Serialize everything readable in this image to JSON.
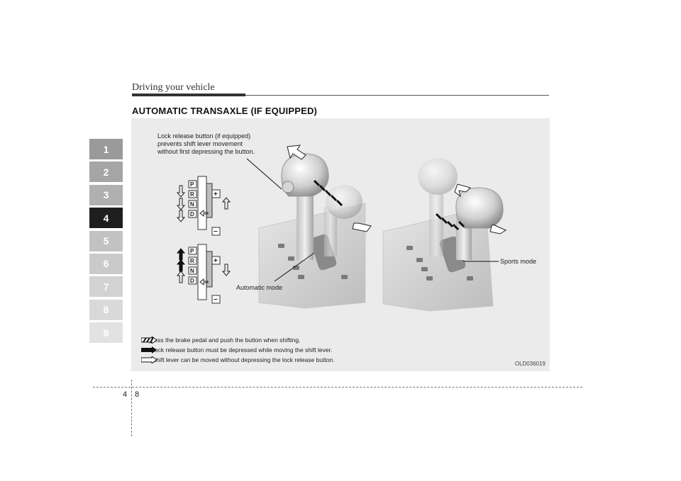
{
  "header": {
    "section": "Driving your vehicle"
  },
  "heading": "AUTOMATIC TRANSAXLE (IF EQUIPPED)",
  "chapters": [
    {
      "num": "1",
      "color": "#9a9a9a"
    },
    {
      "num": "2",
      "color": "#a5a5a5"
    },
    {
      "num": "3",
      "color": "#b0b0b0"
    },
    {
      "num": "4",
      "color": "#1e1e1e"
    },
    {
      "num": "5",
      "color": "#c2c2c2"
    },
    {
      "num": "6",
      "color": "#cacaca"
    },
    {
      "num": "7",
      "color": "#d2d2d2"
    },
    {
      "num": "8",
      "color": "#d9d9d9"
    },
    {
      "num": "9",
      "color": "#e2e2e2"
    }
  ],
  "figure": {
    "lock_label_1": "Lock release button (if equipped)",
    "lock_label_2": "prevents shift lever movement",
    "lock_label_3": "without first depressing the button.",
    "automatic_mode": "Automatic mode",
    "sports_mode": "Sports mode",
    "gears": [
      "P",
      "R",
      "N",
      "D"
    ],
    "plus": "+",
    "minus": "−",
    "legend": [
      "Depress the brake pedal and push the button when shifting.",
      "The lock release button must be depressed while moving the shift lever.",
      "The shift lever can be moved without depressing the lock release button."
    ],
    "code": "OLD036019"
  },
  "footer": {
    "chapter": "4",
    "page": "8"
  }
}
